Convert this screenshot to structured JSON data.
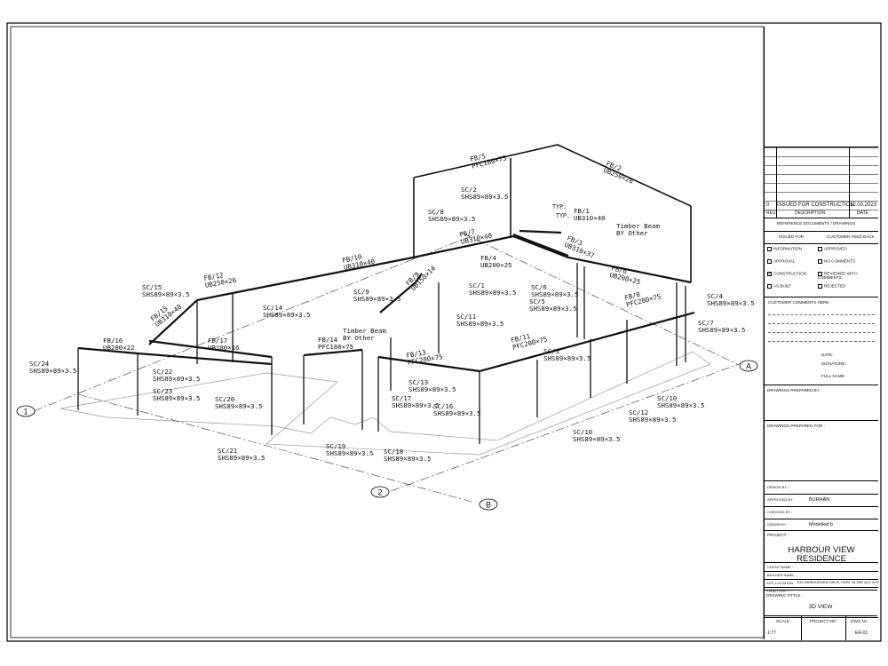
{
  "revisions": {
    "rows": [
      {
        "rev": "0",
        "description": "ISSUED FOR CONSTRUCTION",
        "date": "12.03.2023"
      }
    ],
    "header": {
      "rev": "REV.",
      "description": "DESCRIPTION",
      "date": "DATE"
    }
  },
  "reference": {
    "title": "REFERENCE DOCUMENTS / DRAWINGS",
    "issued_for": "ISSUED FOR",
    "feedback": "CUSTOMER FEED BACK",
    "options_left": [
      "INFORMATION",
      "APPROVAL",
      "CONSTRUCTION",
      "AS BUILT"
    ],
    "options_right": [
      "APPROVED",
      "NO COMMENTS",
      "REVIEWED WITH COMMENTS",
      "REJECTED"
    ],
    "checked": "CONSTRUCTION",
    "comments_label": "CUSTOMER COMMENTS HERE:",
    "date_label": "DATE:",
    "signature_label": "SIGNATURE:",
    "fullname_label": "FULL NAME:"
  },
  "prepared_by": "DRAWINGS PREPARED BY :",
  "prepared_for": "DRAWINGS PREPARED FOR :",
  "signoffs": [
    {
      "label": "DESIGN BY :",
      "value": ""
    },
    {
      "label": "APPROVED BY :",
      "value": "BURHAN"
    },
    {
      "label": "CHECKED BY :",
      "value": ""
    },
    {
      "label": "DRAWN BY :",
      "value": "Modelled b"
    }
  ],
  "project": {
    "label": "PROJECT :",
    "name": "HARBOUR VIEW RESIDENCE"
  },
  "client_name_label": "CLIENT NAME :",
  "builder_name_label": "BUILDER NAME :",
  "site_location_label": "SITE LOCATION",
  "site_location": "9/33 HARBOURVIEW DRIVE, HOPE ISLAND QLD 4212",
  "item_type_label": "ITEM TYPE :",
  "drawing_title": {
    "label": "DRAWING TITTLE :",
    "value": "3D VIEW"
  },
  "footer": {
    "scale_label": "SCALE :",
    "project_no_label": "PROJECT NO :",
    "dwg_no_label": "DWG No :",
    "scale": "1:77",
    "dwg_no": "ER-01"
  },
  "grid_markers": [
    "1",
    "2",
    "A",
    "B"
  ],
  "notes": {
    "typ1": "TYP.",
    "typ2": "TYP."
  },
  "members": [
    {
      "id": "fb5",
      "mark": "FB/5",
      "size": "PFC180×75"
    },
    {
      "id": "fb2",
      "mark": "FB/2",
      "size": "UB250×26"
    },
    {
      "id": "sc2",
      "mark": "SC/2",
      "size": "SHS89×89×3.5"
    },
    {
      "id": "fb1",
      "mark": "FB/1",
      "size": "UB310×40"
    },
    {
      "id": "sc8",
      "mark": "SC/8",
      "size": "SHS89×89×3.5"
    },
    {
      "id": "fb7",
      "mark": "FB/7",
      "size": "UB310×40"
    },
    {
      "id": "timber1",
      "mark": "Timber Beam",
      "size": "BY Other"
    },
    {
      "id": "fb3",
      "mark": "FB/3",
      "size": "UB310×37"
    },
    {
      "id": "fb10",
      "mark": "FB/10",
      "size": "UB310×40"
    },
    {
      "id": "fb4",
      "mark": "FB/4",
      "size": "UB200×25"
    },
    {
      "id": "fb6",
      "mark": "FB/6",
      "size": "UB200×25"
    },
    {
      "id": "fb12",
      "mark": "FB/12",
      "size": "UB250×26"
    },
    {
      "id": "sc15",
      "mark": "SC/15",
      "size": "SHS89×89×3.5"
    },
    {
      "id": "fb9",
      "mark": "FB/9",
      "size": "UB150×14"
    },
    {
      "id": "sc9",
      "mark": "SC/9",
      "size": "SHS89×89×3.5"
    },
    {
      "id": "sc1",
      "mark": "SC/1",
      "size": "SHS89×89×3.5"
    },
    {
      "id": "sc6",
      "mark": "SC/6",
      "size": "SHS89×89×3.5"
    },
    {
      "id": "fb8",
      "mark": "FB/8",
      "size": "PFC200×75"
    },
    {
      "id": "sc4",
      "mark": "SC/4",
      "size": "SHS89×89×3.5"
    },
    {
      "id": "fb15",
      "mark": "FB/15",
      "size": "UB310×40"
    },
    {
      "id": "sc14",
      "mark": "SC/14",
      "size": "SHS89×89×3.5"
    },
    {
      "id": "sc5",
      "mark": "SC/5",
      "size": "SHS89×89×3.5"
    },
    {
      "id": "sc11",
      "mark": "SC/11",
      "size": "SHS89×89×3.5"
    },
    {
      "id": "sc7",
      "mark": "SC/7",
      "size": "SHS89×89×3.5"
    },
    {
      "id": "timber2",
      "mark": "Timber Beam",
      "size": "BY Other"
    },
    {
      "id": "fb14",
      "mark": "FB/14",
      "size": "PFC180×75"
    },
    {
      "id": "fb11",
      "mark": "FB/11",
      "size": "PFC200×75"
    },
    {
      "id": "fb16",
      "mark": "FB/16",
      "size": "UB200×22"
    },
    {
      "id": "fb17",
      "mark": "FB/17",
      "size": "UB180×16"
    },
    {
      "id": "fb13",
      "mark": "FB/13",
      "size": "PFC200×75"
    },
    {
      "id": "sc3",
      "mark": "SC/3",
      "size": "SHS89×89×3.5"
    },
    {
      "id": "sc24",
      "mark": "SC/24",
      "size": "SHS89×89×3.5"
    },
    {
      "id": "sc22",
      "mark": "SC/22",
      "size": "SHS89×89×3.5"
    },
    {
      "id": "sc13",
      "mark": "SC/13",
      "size": "SHS89×89×3.5"
    },
    {
      "id": "sc23",
      "mark": "SC/23",
      "size": "SHS89×89×3.5"
    },
    {
      "id": "sc20",
      "mark": "SC/20",
      "size": "SHS89×89×3.5"
    },
    {
      "id": "sc17",
      "mark": "SC/17",
      "size": "SHS89×89×3.5"
    },
    {
      "id": "sc16",
      "mark": "SC/16",
      "size": "SHS89×89×3.5"
    },
    {
      "id": "sc10a",
      "mark": "SC/10",
      "size": "SHS89×89×3.5"
    },
    {
      "id": "sc12",
      "mark": "SC/12",
      "size": "SHS89×89×3.5"
    },
    {
      "id": "sc10b",
      "mark": "SC/10",
      "size": "SHS89×89×3.5"
    },
    {
      "id": "sc21",
      "mark": "SC/21",
      "size": "SHS89×89×3.5"
    },
    {
      "id": "sc19",
      "mark": "SC/19",
      "size": "SHS89×89×3.5"
    },
    {
      "id": "sc18",
      "mark": "SC/18",
      "size": "SHS89×89×3.5"
    }
  ]
}
